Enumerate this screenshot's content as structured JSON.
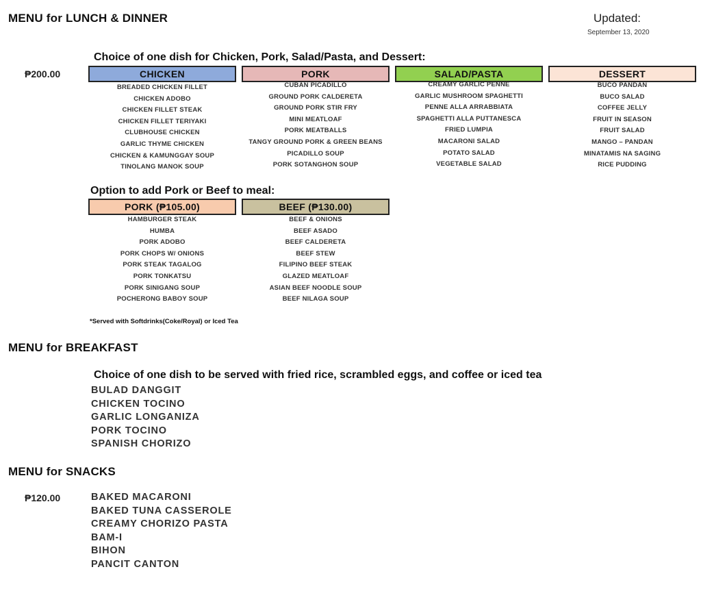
{
  "header": {
    "title": "MENU for LUNCH & DINNER",
    "updated_label": "Updated:",
    "updated_date": "September 13, 2020"
  },
  "lunch": {
    "choice_heading": "Choice of one dish for Chicken, Pork, Salad/Pasta, and Dessert:",
    "price": "₱200.00",
    "colors": {
      "chicken": "#8eaadb",
      "pork": "#e6b8b7",
      "salad_pasta": "#92d050",
      "dessert": "#fce4d6"
    },
    "columns": {
      "chicken": {
        "label": "CHICKEN",
        "items": [
          "BREADED CHICKEN FILLET",
          "CHICKEN ADOBO",
          "CHICKEN FILLET STEAK",
          "CHICKEN FILLET TERIYAKI",
          "CLUBHOUSE CHICKEN",
          "GARLIC THYME CHICKEN",
          "CHICKEN & KAMUNGGAY SOUP",
          "TINOLANG MANOK SOUP"
        ]
      },
      "pork": {
        "label": "PORK",
        "items": [
          "CUBAN PICADILLO",
          "GROUND PORK CALDERETA",
          "GROUND PORK STIR FRY",
          "MINI MEATLOAF",
          "PORK MEATBALLS",
          "TANGY GROUND PORK & GREEN BEANS",
          "PICADILLO SOUP",
          "PORK SOTANGHON SOUP"
        ]
      },
      "salad_pasta": {
        "label": "SALAD/PASTA",
        "items": [
          "CREAMY GARLIC PENNE",
          "GARLIC MUSHROOM SPAGHETTI",
          "PENNE ALLA ARRABBIATA",
          "SPAGHETTI ALLA PUTTANESCA",
          "FRIED LUMPIA",
          "MACARONI SALAD",
          "POTATO SALAD",
          "VEGETABLE SALAD"
        ]
      },
      "dessert": {
        "label": "DESSERT",
        "items": [
          "BUCO PANDAN",
          "BUCO SALAD",
          "COFFEE JELLY",
          "FRUIT IN SEASON",
          "FRUIT SALAD",
          "MANGO – PANDAN",
          "MINATAMIS NA SAGING",
          "RICE PUDDING"
        ]
      }
    },
    "addon_heading": "Option to add Pork or Beef to meal:",
    "addon_colors": {
      "pork": "#f8cbad",
      "beef": "#c9c19f"
    },
    "addons": {
      "pork": {
        "label": "PORK (₱105.00)",
        "items": [
          "HAMBURGER STEAK",
          "HUMBA",
          "PORK ADOBO",
          "PORK CHOPS W/ ONIONS",
          "PORK STEAK TAGALOG",
          "PORK TONKATSU",
          "PORK SINIGANG SOUP",
          "POCHERONG BABOY SOUP"
        ]
      },
      "beef": {
        "label": "BEEF (₱130.00)",
        "items": [
          "BEEF & ONIONS",
          "BEEF ASADO",
          "BEEF CALDERETA",
          "BEEF STEW",
          "FILIPINO BEEF STEAK",
          "GLAZED MEATLOAF",
          "ASIAN BEEF NOODLE SOUP",
          "BEEF NILAGA SOUP"
        ]
      }
    },
    "note": "*Served with Softdrinks(Coke/Royal) or Iced Tea"
  },
  "breakfast": {
    "title": "MENU for BREAKFAST",
    "heading": "Choice of one dish to be served with fried rice, scrambled eggs, and coffee or iced tea",
    "items": [
      "BULAD DANGGIT",
      "CHICKEN TOCINO",
      "GARLIC LONGANIZA",
      "PORK TOCINO",
      "SPANISH CHORIZO"
    ]
  },
  "snacks": {
    "title": "MENU for SNACKS",
    "price": "₱120.00",
    "items": [
      "BAKED MACARONI",
      "BAKED TUNA CASSEROLE",
      "CREAMY CHORIZO PASTA",
      "BAM-I",
      "BIHON",
      "PANCIT CANTON"
    ]
  }
}
